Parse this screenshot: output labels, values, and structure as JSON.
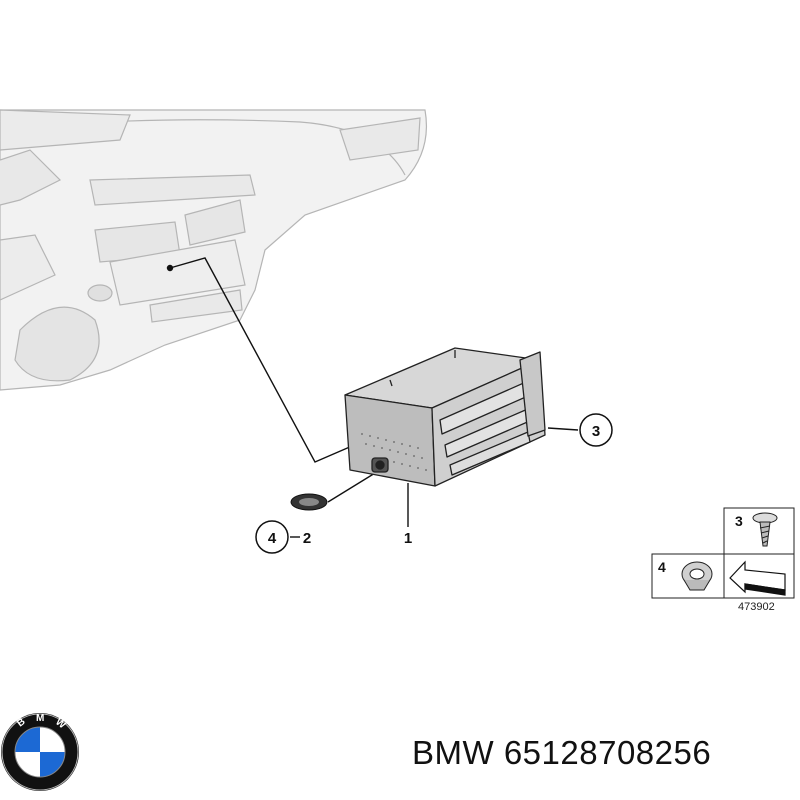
{
  "callouts": {
    "unit": "1",
    "ring": "2",
    "ring_circle": "4",
    "screw_circle": "3"
  },
  "legend": {
    "screw_num": "3",
    "ring_num": "4",
    "diagram_code": "473902"
  },
  "caption": {
    "brand": "BMW",
    "part_number": "65128708256"
  },
  "logo": {
    "letters": [
      "B",
      "M",
      "W"
    ],
    "colors": {
      "blue": "#1c69d4",
      "white": "#ffffff",
      "ring": "#111111"
    }
  }
}
